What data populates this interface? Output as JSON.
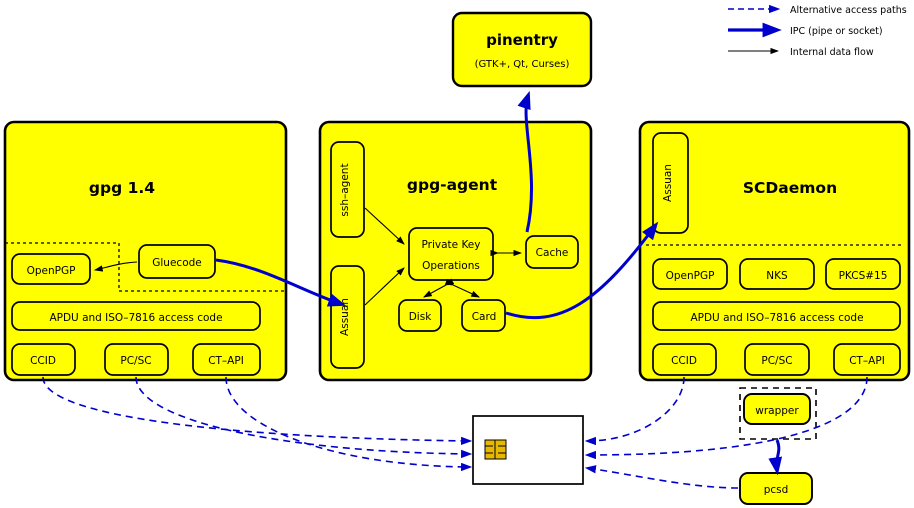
{
  "legend": {
    "items": [
      {
        "label": "Alternative access paths",
        "style": "dashed-blue",
        "color": "#0000cc"
      },
      {
        "label": "IPC (pipe or socket)",
        "style": "thick-blue",
        "color": "#0000cc"
      },
      {
        "label": "Internal data flow",
        "style": "thin-black",
        "color": "#000000"
      }
    ]
  },
  "colors": {
    "block_fill": "#ffff00",
    "block_stroke": "#000000",
    "ipc": "#0000cc",
    "alt_path": "#0000cc",
    "internal": "#000000",
    "card_fill": "#ffffff",
    "chip_fill": "#e8b800"
  },
  "pinentry": {
    "title": "pinentry",
    "subtitle": "(GTK+, Qt, Curses)"
  },
  "gpg": {
    "title": "gpg 1.4",
    "gluecode": "Gluecode",
    "openpgp": "OpenPGP",
    "apdu": "APDU and ISO–7816 access code",
    "drivers": [
      "CCID",
      "PC/SC",
      "CT–API"
    ]
  },
  "gpg_agent": {
    "title": "gpg-agent",
    "ssh_agent": "ssh–agent",
    "assuan": "Assuan",
    "private_key_ops_line1": "Private Key",
    "private_key_ops_line2": "Operations",
    "cache": "Cache",
    "disk": "Disk",
    "card": "Card"
  },
  "scdaemon": {
    "title": "SCDaemon",
    "assuan": "Assuan",
    "apps": [
      "OpenPGP",
      "NKS",
      "PKCS#15"
    ],
    "apdu": "APDU and ISO–7816 access code",
    "drivers": [
      "CCID",
      "PC/SC",
      "CT–API"
    ]
  },
  "bottom": {
    "wrapper": "wrapper",
    "pcsd": "pcsd",
    "smartcard": "smartcard"
  }
}
